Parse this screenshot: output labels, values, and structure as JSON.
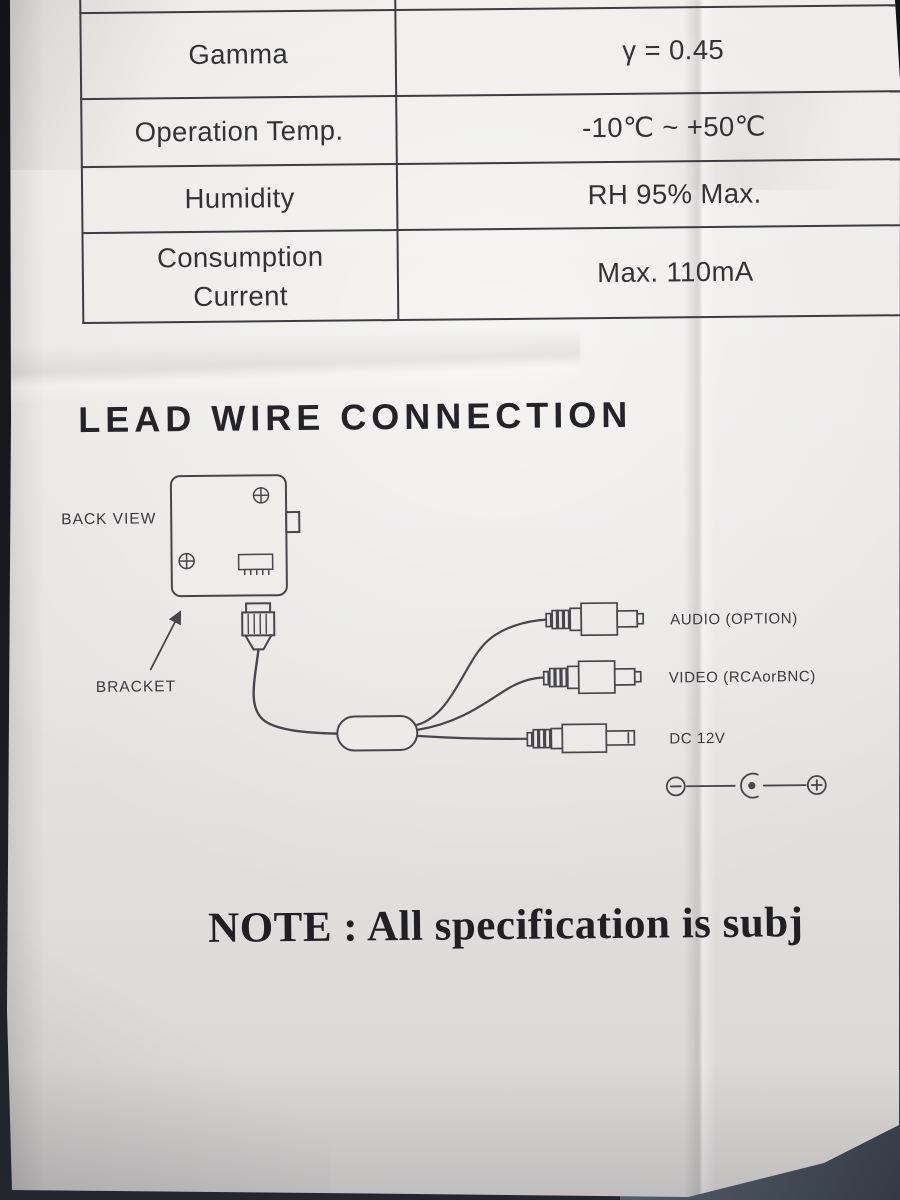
{
  "spec_table": {
    "rows": [
      {
        "label": "Gamma",
        "value": "γ = 0.45"
      },
      {
        "label": "Operation Temp.",
        "value": "-10℃ ~ +50℃"
      },
      {
        "label": "Humidity",
        "value": "RH 95% Max."
      },
      {
        "label": "Consumption Current",
        "value": "Max. 110mA"
      }
    ]
  },
  "section": {
    "heading": "LEAD WIRE CONNECTION"
  },
  "diagram": {
    "back_view_label": "BACK VIEW",
    "bracket_label": "BRACKET",
    "connectors": [
      {
        "label": "AUDIO (OPTION)"
      },
      {
        "label": "VIDEO (RCAorBNC)"
      },
      {
        "label": "DC 12V"
      }
    ]
  },
  "note": {
    "text": "NOTE : All specification is subj"
  }
}
